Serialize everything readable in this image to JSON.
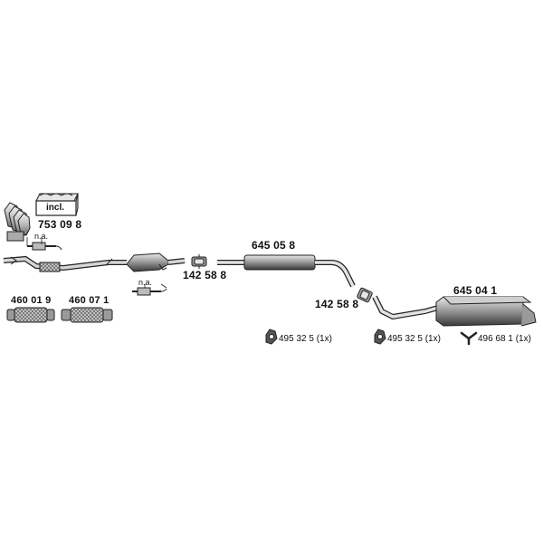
{
  "labels": {
    "incl": "incl.",
    "p753098": "753 09 8",
    "na1": "n.a.",
    "na2": "n.a.",
    "p142588a": "142 58 8",
    "p645058": "645 05 8",
    "p142588b": "142 58 8",
    "p645041": "645 04 1",
    "p460019": "460 01 9",
    "p460071": "460 07 1",
    "h1": "495 32 5 (1x)",
    "h2": "495 32 5 (1x)",
    "h3": "496 68 1 (1x)"
  },
  "colors": {
    "line": "#222222",
    "metal_light": "#d8d8d8",
    "metal_mid": "#9a9a9a",
    "metal_dark": "#4a4a4a"
  }
}
